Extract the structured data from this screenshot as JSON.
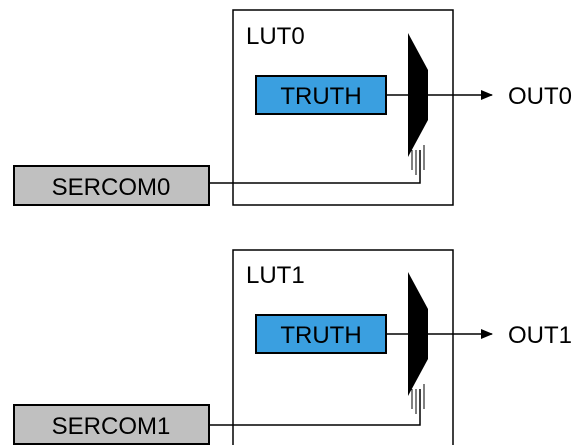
{
  "colors": {
    "truth_fill": "#3a9fe0",
    "source_fill": "#c0c0c0",
    "line": "#000000",
    "mux_fill": "#000000"
  },
  "blocks": [
    {
      "lut_label": "LUT0",
      "truth_label": "TRUTH",
      "output_label": "OUT0",
      "source_label": "SERCOM0"
    },
    {
      "lut_label": "LUT1",
      "truth_label": "TRUTH",
      "output_label": "OUT1",
      "source_label": "SERCOM1"
    }
  ]
}
